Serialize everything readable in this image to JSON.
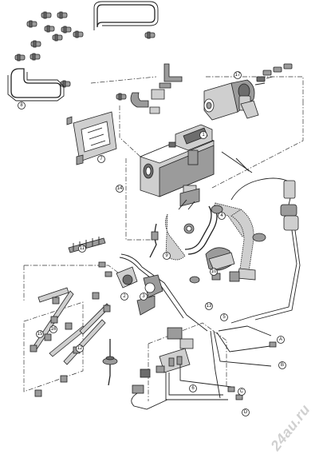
{
  "diagram": {
    "callouts": [
      "1",
      "2",
      "3",
      "4",
      "5",
      "6",
      "7",
      "8",
      "9",
      "10",
      "11",
      "12",
      "13",
      "14",
      "15",
      "16",
      "17"
    ],
    "connectors": [
      "A",
      "B",
      "C",
      "D"
    ]
  },
  "watermark": "24au.ru",
  "colors": {
    "line": "#222222",
    "fill_mid": "#9b9b9b",
    "fill_light": "#cfcfcf",
    "fill_dark": "#6d6d6d",
    "background": "#ffffff"
  }
}
